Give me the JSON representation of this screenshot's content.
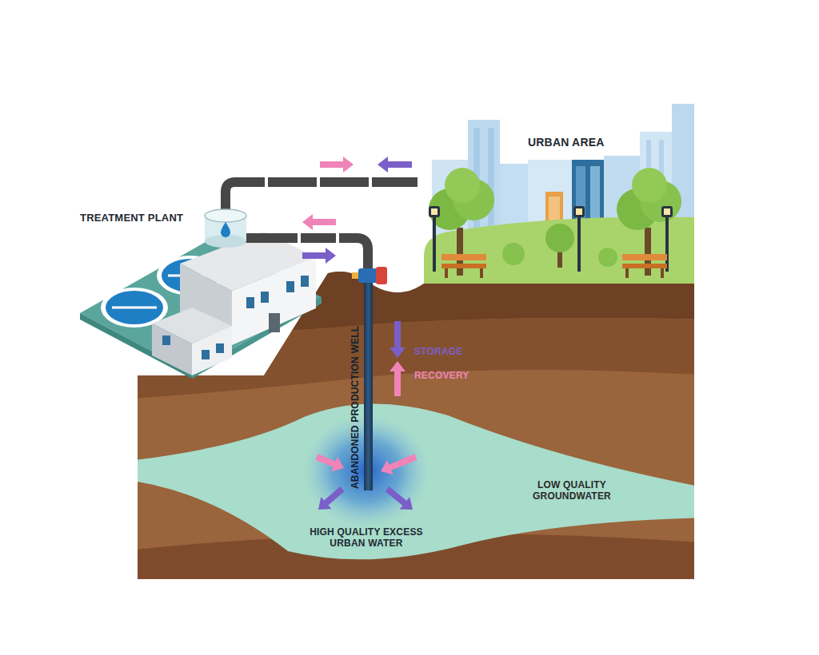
{
  "diagram": {
    "labels": [
      "URBAN AREA",
      "TREATMENT PLANT",
      "ABANDONED PRODUCTION WELL",
      "STORAGE",
      "RECOVERY",
      "LOW QUALITY GROUNDWATER",
      "HIGH QUALITY EXCESS URBAN WATER"
    ]
  }
}
